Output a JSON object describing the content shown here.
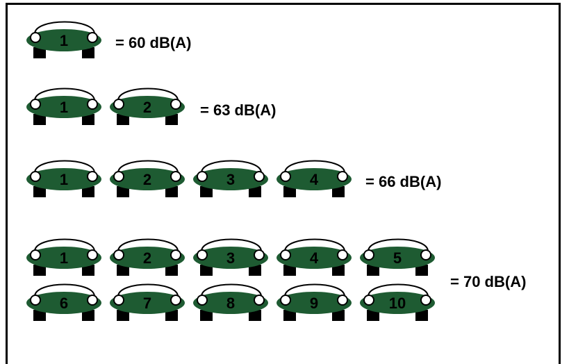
{
  "car_color": "#1e5b32",
  "groups": [
    {
      "cars": [
        "1"
      ],
      "label": "= 60 dB(A)"
    },
    {
      "cars": [
        "1",
        "2"
      ],
      "label": "= 63 dB(A)"
    },
    {
      "cars": [
        "1",
        "2",
        "3",
        "4"
      ],
      "label": "= 66 dB(A)"
    },
    {
      "cars": [
        "1",
        "2",
        "3",
        "4",
        "5",
        "6",
        "7",
        "8",
        "9",
        "10"
      ],
      "label": "= 70 dB(A)"
    }
  ]
}
